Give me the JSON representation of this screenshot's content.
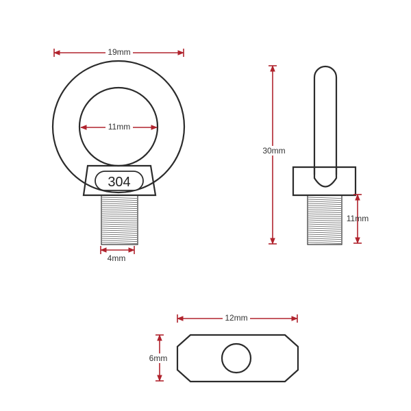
{
  "dimensions": {
    "outer_diameter": "19mm",
    "inner_diameter": "11mm",
    "thread_diameter": "4mm",
    "total_height": "30mm",
    "thread_length": "11mm",
    "base_length": "12mm",
    "base_width": "6mm"
  },
  "stamp": "304",
  "colors": {
    "dimension_line": "#b0232d",
    "outline": "#2b2b2b",
    "background": "#ffffff"
  }
}
